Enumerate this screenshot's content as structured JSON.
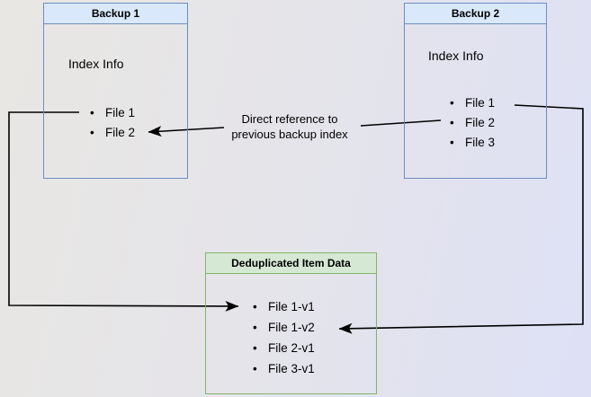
{
  "diagram": {
    "backup1": {
      "title": "Backup 1",
      "index_label": "Index Info",
      "files": [
        "File 1",
        "File 2"
      ]
    },
    "backup2": {
      "title": "Backup 2",
      "index_label": "Index Info",
      "files": [
        "File 1",
        "File 2",
        "File 3"
      ]
    },
    "dedup": {
      "title": "Deduplicated Item Data",
      "items": [
        "File 1-v1",
        "File 1-v2",
        "File 2-v1",
        "File 3-v1"
      ]
    },
    "annotation": {
      "line1": "Direct reference to",
      "line2": "previous backup index"
    },
    "colors": {
      "blue_border": "#6c8ebf",
      "blue_header_fill": "#dae8fc",
      "green_border": "#82b366",
      "green_header_fill": "#d5e8d4",
      "arrow": "#000000",
      "background_left": "#e9e7e3",
      "background_right": "#dee1f6"
    }
  }
}
